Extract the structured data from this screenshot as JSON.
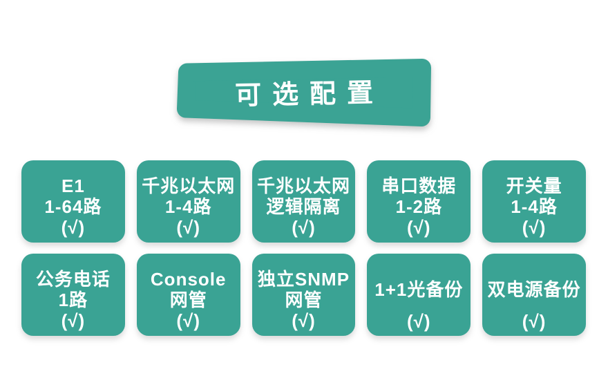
{
  "theme": {
    "accent": "#3aa394",
    "text_on_accent": "#ffffff",
    "page_bg": "#ffffff"
  },
  "banner": {
    "title": "可选配置"
  },
  "rows": [
    {
      "cards": [
        {
          "lines": [
            "E1",
            "1-64路",
            "(√)"
          ]
        },
        {
          "lines": [
            "千兆以太网",
            "1-4路",
            "(√)"
          ]
        },
        {
          "lines": [
            "千兆以太网",
            "逻辑隔离",
            "(√)"
          ]
        },
        {
          "lines": [
            "串口数据",
            "1-2路",
            "(√)"
          ]
        },
        {
          "lines": [
            "开关量",
            "1-4路",
            "(√)"
          ]
        }
      ]
    },
    {
      "cards": [
        {
          "lines": [
            "公务电话",
            "1路",
            "(√)"
          ]
        },
        {
          "lines": [
            "Console",
            "网管",
            "(√)"
          ]
        },
        {
          "lines": [
            "独立SNMP",
            "网管",
            "(√)"
          ]
        },
        {
          "lines": [
            "1+1光备份",
            "(√)"
          ]
        },
        {
          "lines": [
            "双电源备份",
            "(√)"
          ]
        }
      ]
    }
  ]
}
